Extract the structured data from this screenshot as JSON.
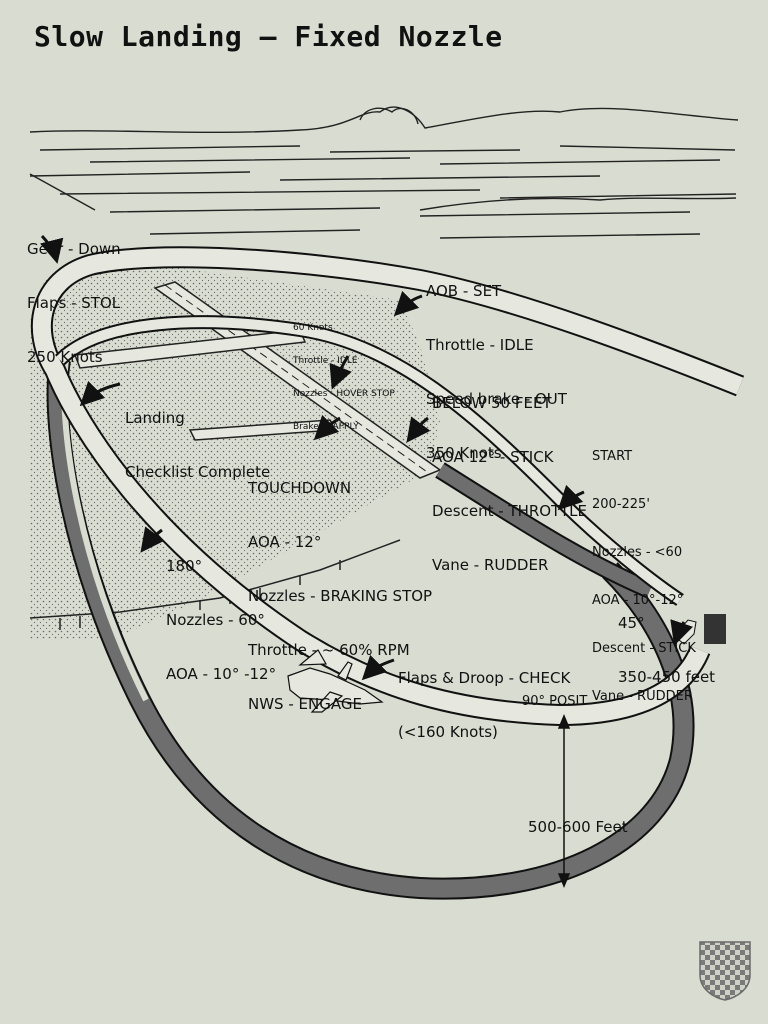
{
  "title": "Slow Landing – Fixed Nozzle",
  "labels": {
    "gear": [
      "Gear - Down",
      "Flaps - STOL",
      "250 Knots"
    ],
    "aob": [
      "AOB - SET",
      "Throttle - IDLE",
      "Speed brake - OUT",
      "350 Knots"
    ],
    "sixty": [
      "60 Knots",
      "Throttle - IDLE",
      "Nozzles - HOVER STOP",
      "Brakes - APPLY"
    ],
    "below50": [
      "BELOW 50 FEET",
      "AOA 12° - STICK",
      "Descent - THROTTLE",
      "Vane - RUDDER"
    ],
    "landing": [
      "Landing",
      "Checklist Complete"
    ],
    "touchdown": [
      "TOUCHDOWN",
      "AOA - 12°",
      "Nozzles - BRAKING STOP",
      "Throttle - ~ 60% RPM",
      "NWS - ENGAGE"
    ],
    "start": [
      "START",
      "200-225'",
      "Nozzles - <60",
      "AOA - 10°-12°",
      "Descent - STICK",
      "Vane - RUDDER"
    ],
    "one80": [
      "180°",
      "Nozzles - 60°",
      "AOA - 10° -12°"
    ],
    "forty5": [
      "45°",
      "350-450 feet"
    ],
    "flaps": [
      "Flaps & Droop - CHECK",
      "(<160 Knots)"
    ],
    "posit": "90° POSIT",
    "height": "500-600 Feet"
  },
  "colors": {
    "background": "#d9dcd1",
    "ink": "#111111",
    "ground_dots": "#555555",
    "track_shadow": "#6e6e6e"
  },
  "icons": [
    "aircraft-icon",
    "shield-logo-icon",
    "arrow-icon"
  ]
}
